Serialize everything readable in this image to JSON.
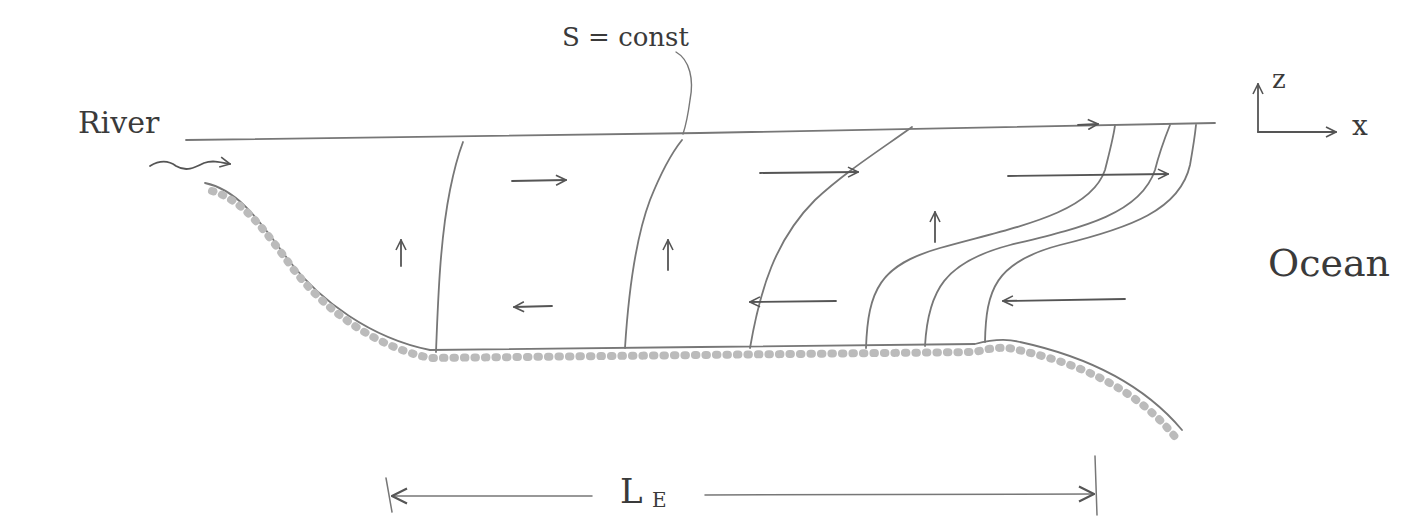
{
  "diagram": {
    "labels": [
      "River",
      "S = const",
      "Ocean",
      "z",
      "x",
      "L",
      "E"
    ]
  }
}
